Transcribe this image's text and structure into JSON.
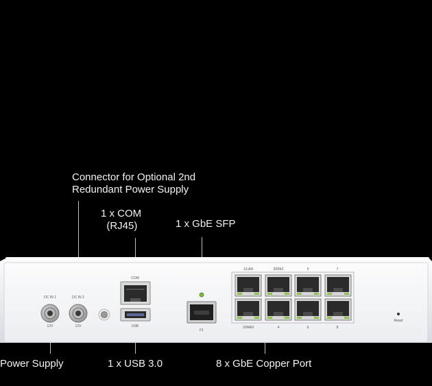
{
  "callouts": {
    "redundant_power": "Connector for Optional 2nd\nRedundant Power Supply",
    "com": "1 x COM\n  (RJ45)",
    "sfp": "1 x GbE SFP",
    "power_supply": "Power Supply",
    "usb": "1 x USB 3.0",
    "copper": "8 x GbE Copper Port"
  },
  "device_labels": {
    "dc_in_1": "DC IN 1",
    "dc_in_2": "DC IN 2",
    "v1": "12V",
    "v2": "12V",
    "com": "COM",
    "usb": "USB",
    "sfp": "F1",
    "reset": "Reset",
    "ports_top": [
      "1/LAN",
      "3/DMZ",
      "5",
      "7"
    ],
    "ports_bottom": [
      "2/WAN",
      "4",
      "6",
      "8"
    ]
  }
}
